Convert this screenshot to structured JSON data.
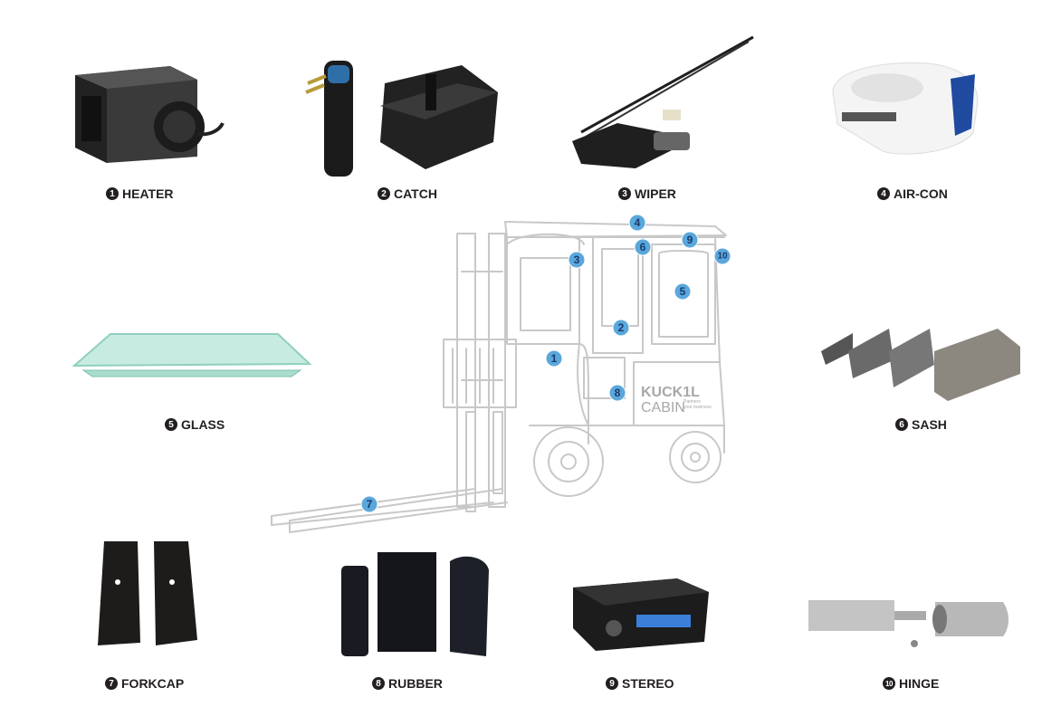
{
  "parts": [
    {
      "id": "heater",
      "number": "1",
      "label": "HEATER"
    },
    {
      "id": "catch",
      "number": "2",
      "label": "CATCH"
    },
    {
      "id": "wiper",
      "number": "3",
      "label": "WIPER"
    },
    {
      "id": "aircon",
      "number": "4",
      "label": "AIR-CON"
    },
    {
      "id": "glass",
      "number": "5",
      "label": "GLASS"
    },
    {
      "id": "sash",
      "number": "6",
      "label": "SASH"
    },
    {
      "id": "forkcap",
      "number": "7",
      "label": "FORKCAP"
    },
    {
      "id": "rubber",
      "number": "8",
      "label": "RUBBER"
    },
    {
      "id": "stereo",
      "number": "9",
      "label": "STEREO"
    },
    {
      "id": "hinge",
      "number": "10",
      "label": "HINGE"
    }
  ],
  "markers": [
    "1",
    "2",
    "3",
    "4",
    "5",
    "6",
    "7",
    "8",
    "9",
    "10"
  ],
  "cabin_brand": {
    "line1": "KUCK1L",
    "line2": "CABIN",
    "tagline1": "Partners",
    "tagline2": "your business"
  },
  "colors": {
    "marker": "#5aa7dc",
    "marker_text": "#1a3a6b",
    "outline": "#c8c8c8",
    "label": "#231f20"
  }
}
